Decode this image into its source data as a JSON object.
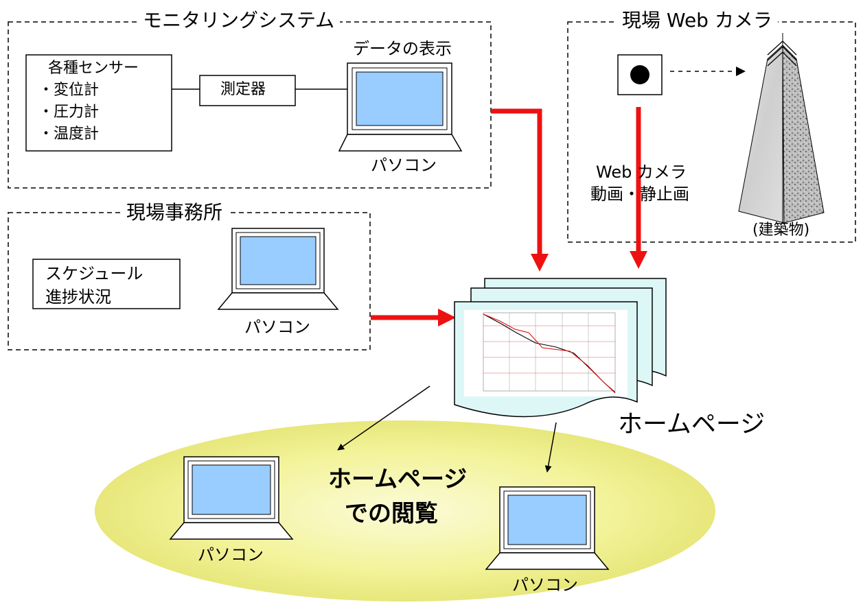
{
  "monitoring": {
    "title": "モニタリングシステム",
    "sensors": [
      "各種センサー",
      "・変位計",
      "・圧力計",
      "・温度計"
    ],
    "meter": "測定器",
    "display_label": "データの表示",
    "pc_label": "パソコン"
  },
  "camera": {
    "title": "現場 Web カメラ",
    "camera_label_1": "Web カメラ",
    "camera_label_2": "動画・静止画",
    "building_label": "(建築物)"
  },
  "office": {
    "title": "現場事務所",
    "schedule": [
      "スケジュール",
      "進捗状況"
    ],
    "pc_label": "パソコン"
  },
  "homepage": {
    "label": "ホームページ",
    "viewing": [
      "ホームページ",
      "での閲覧"
    ],
    "pc_left_label": "パソコン",
    "pc_right_label": "パソコン"
  },
  "colors": {
    "arrow_red": "#ee1111",
    "screen_blue": "#99ccff",
    "page_fill": "#ddf7f7",
    "ellipse_yellow": "#f3f3a0"
  }
}
